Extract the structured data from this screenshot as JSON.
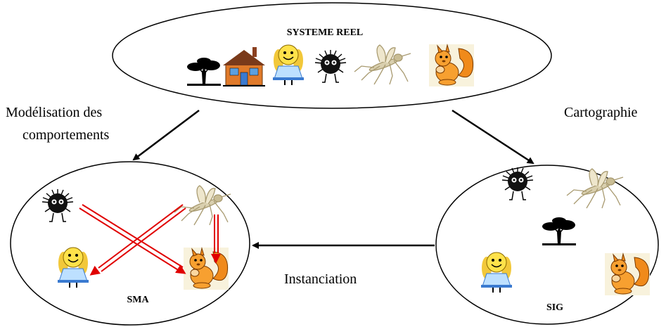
{
  "nodes": {
    "reel": {
      "title": "SYSTEME REEL"
    },
    "sma": {
      "title": "SMA"
    },
    "sig": {
      "title": "SIG"
    }
  },
  "edges": {
    "modelisation": {
      "line1": "Modélisation des",
      "line2": "comportements"
    },
    "cartographie": {
      "label": "Cartographie"
    },
    "instanciation": {
      "label": "Instanciation"
    }
  },
  "icons": [
    "tree-icon",
    "house-icon",
    "girl-icon",
    "spiky-creature-icon",
    "mosquito-icon",
    "squirrel-icon"
  ],
  "colors": {
    "interaction_arrow": "#e00000",
    "outline": "#000000"
  }
}
